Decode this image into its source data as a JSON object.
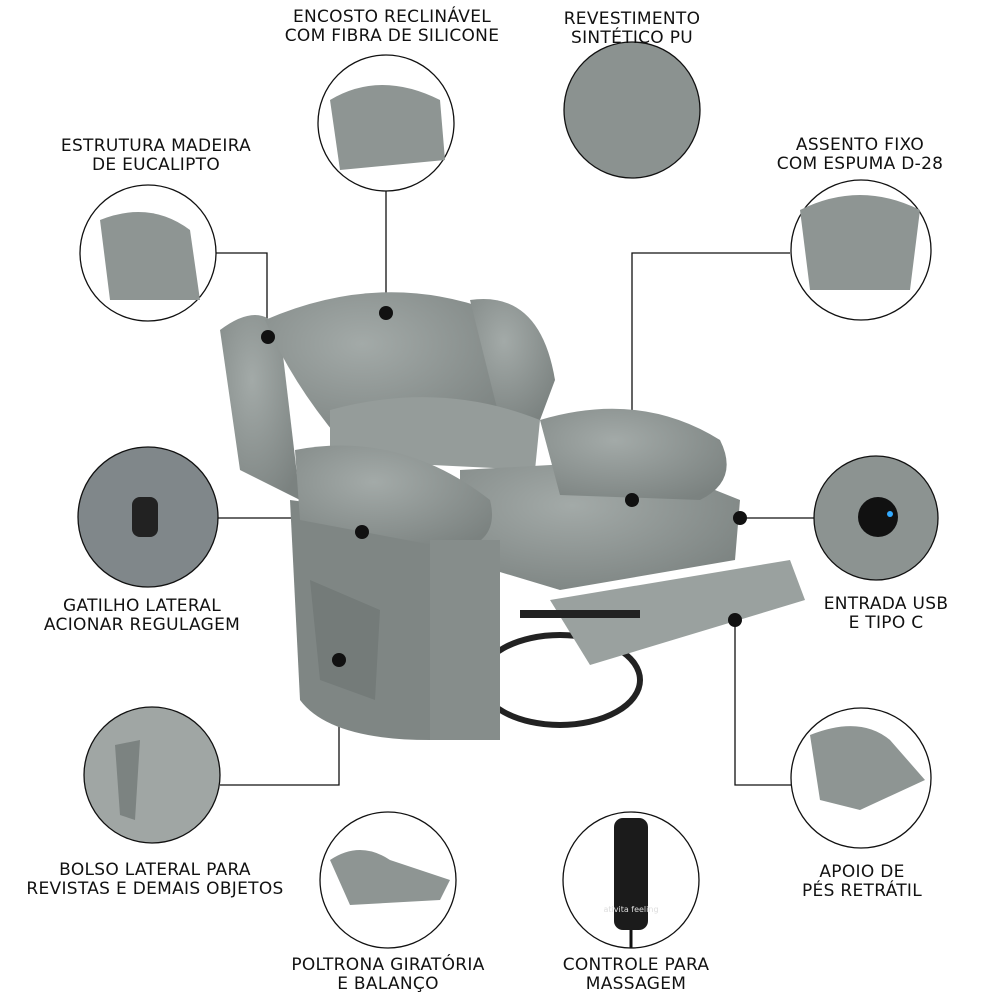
{
  "colors": {
    "upholstery": "#8e9593",
    "line": "#111111",
    "background": "#ffffff"
  },
  "features": [
    {
      "id": "encosto",
      "lines": [
        "ENCOSTO RECLINÁVEL",
        "COM FIBRA DE SILICONE"
      ]
    },
    {
      "id": "revestimento",
      "lines": [
        "REVESTIMENTO",
        "SINTÉTICO PU"
      ]
    },
    {
      "id": "estrutura",
      "lines": [
        "ESTRUTURA MADEIRA",
        "DE EUCALIPTO"
      ]
    },
    {
      "id": "assento",
      "lines": [
        "ASSENTO FIXO",
        "COM ESPUMA D-28"
      ]
    },
    {
      "id": "gatilho",
      "lines": [
        "GATILHO LATERAL",
        "ACIONAR REGULAGEM"
      ]
    },
    {
      "id": "usb",
      "lines": [
        "ENTRADA USB",
        "E TIPO C"
      ]
    },
    {
      "id": "bolso",
      "lines": [
        "BOLSO LATERAL PARA",
        "REVISTAS E DEMAIS OBJETOS"
      ]
    },
    {
      "id": "apoio",
      "lines": [
        "APOIO DE",
        "PÉS RETRÁTIL"
      ]
    },
    {
      "id": "giratoria",
      "lines": [
        "POLTRONA GIRATÓRIA",
        "E BALANÇO"
      ]
    },
    {
      "id": "controle",
      "lines": [
        "CONTROLE PARA",
        "MASSAGEM"
      ]
    }
  ],
  "remote_logo": "ativita feeling"
}
